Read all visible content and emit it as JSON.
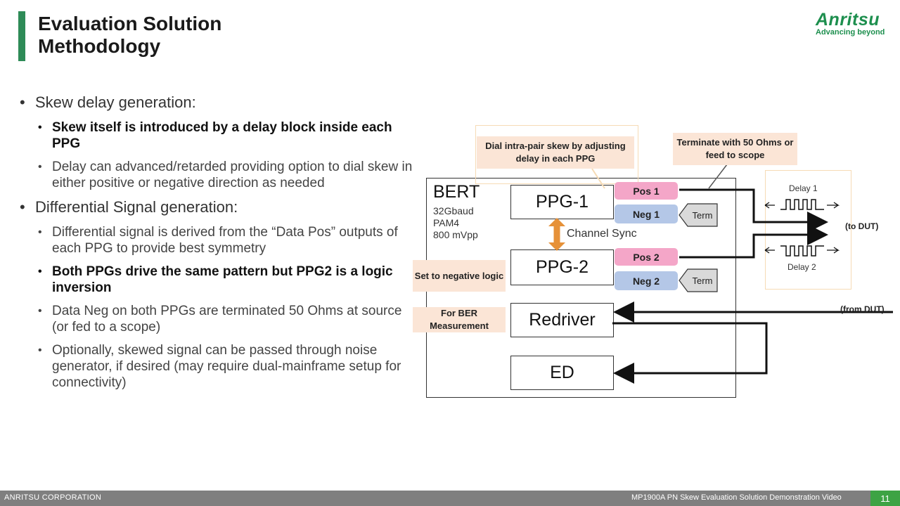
{
  "header": {
    "title_line1": "Evaluation Solution",
    "title_line2": "Methodology",
    "logo_text": "Anritsu",
    "logo_tagline": "Advancing beyond"
  },
  "bullets": {
    "b1": "Skew delay generation:",
    "b1_1": "Skew itself is introduced by a delay block inside each PPG",
    "b1_2": "Delay can advanced/retarded providing option to dial skew in either positive or negative direction as needed",
    "b2": "Differential Signal generation:",
    "b2_1": "Differential signal is derived from the “Data Pos” outputs of each PPG to provide best symmetry",
    "b2_2": "Both PPGs drive the same pattern but PPG2 is a logic inversion",
    "b2_3": "Data Neg on both PPGs are terminated 50 Ohms at source (or fed to a scope)",
    "b2_4": "Optionally, skewed signal can be passed through noise generator, if desired (may require dual-mainframe setup for connectivity)"
  },
  "diagram": {
    "bert_title": "BERT",
    "bert_baud": "32Gbaud",
    "bert_mod": "PAM4",
    "bert_amp": "800 mVpp",
    "ppg1": "PPG-1",
    "ppg2": "PPG-2",
    "redriver": "Redriver",
    "ed": "ED",
    "pos1": "Pos 1",
    "neg1": "Neg 1",
    "pos2": "Pos 2",
    "neg2": "Neg 2",
    "term1": "Term",
    "term2": "Term",
    "channel_sync": "Channel Sync",
    "callout_dial": "Dial intra-pair skew by adjusting delay in each PPG",
    "callout_terminate": "Terminate with 50 Ohms or feed to scope",
    "callout_negative": "Set to negative logic",
    "callout_ber": "For BER Measurement",
    "delay1": "Delay 1",
    "delay2": "Delay 2",
    "to_dut": "(to DUT)",
    "from_dut": "(from DUT)",
    "colors": {
      "pos": "#f4a6c8",
      "neg": "#b4c7e7",
      "callout": "#fbe5d6",
      "arrow": "#e69138",
      "accent": "#2e8b57"
    }
  },
  "footer": {
    "company": "ANRITSU CORPORATION",
    "video_title": "MP1900A PN Skew Evaluation Solution Demonstration Video",
    "page": "11"
  }
}
